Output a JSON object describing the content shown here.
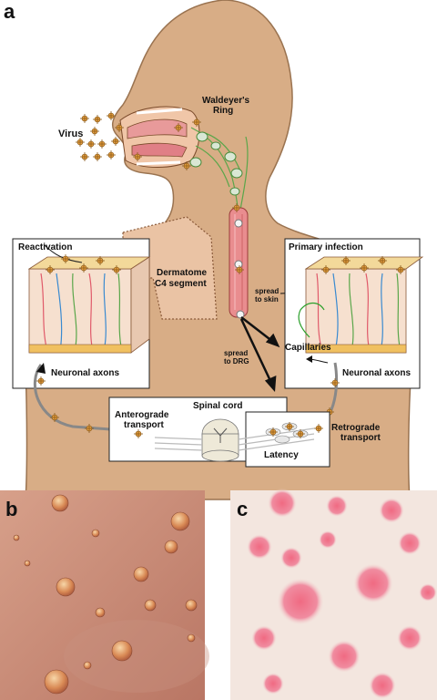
{
  "panels": {
    "a": "a",
    "b": "b",
    "c": "c"
  },
  "labels": {
    "virus": "Virus",
    "waldeyer_line1": "Waldeyer's",
    "waldeyer_line2": "Ring",
    "reactivation": "Reactivation",
    "primary_infection": "Primary infection",
    "dermatome_line1": "Dermatome",
    "dermatome_line2": "C4 segment",
    "spread_skin_line1": "spread",
    "spread_skin_line2": "to skin",
    "spread_drg_line1": "spread",
    "spread_drg_line2": "to DRG",
    "capillaries": "Capillaries",
    "neuronal_axons_left": "Neuronal axons",
    "neuronal_axons_right": "Neuronal axons",
    "spinal_cord": "Spinal cord",
    "anterograde_line1": "Anterograde",
    "anterograde_line2": "transport",
    "retrograde_line1": "Retrograde",
    "retrograde_line2": "transport",
    "latency": "Latency"
  },
  "colors": {
    "body": "#d8ad86",
    "body_outline": "#9a7350",
    "virus": "#e8a040",
    "panel_b_skin": "#c98a74",
    "panel_c_skin": "#f3e6df",
    "rash": "#e86a80"
  }
}
